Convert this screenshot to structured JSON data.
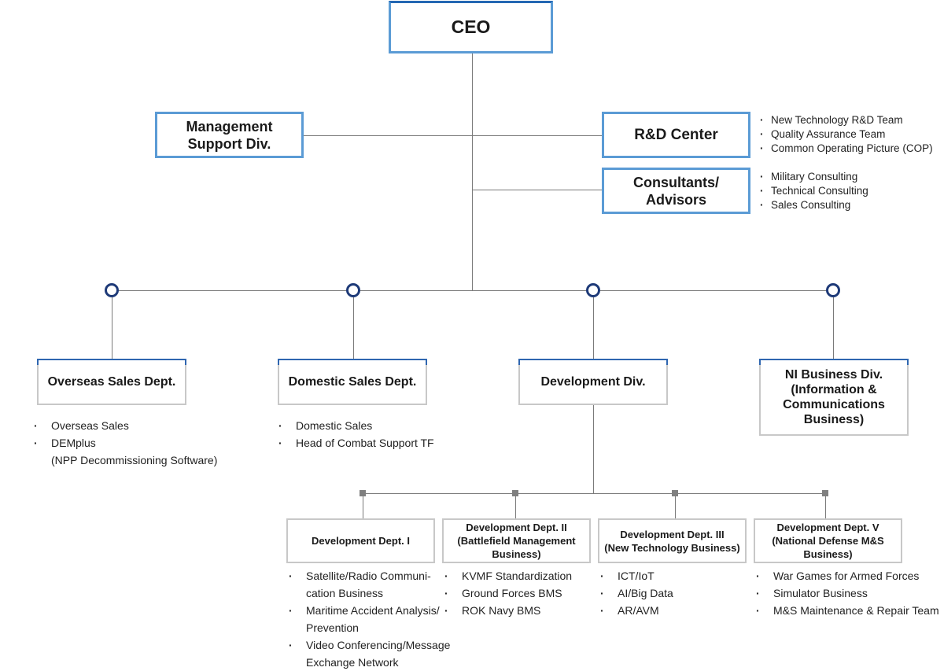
{
  "ceo": {
    "label": "CEO"
  },
  "management_support": {
    "line1": "Management",
    "line2": "Support Div."
  },
  "rnd_center": {
    "label": "R&D Center",
    "items": [
      "New Technology R&D Team",
      "Quality Assurance Team",
      "Common Operating Picture (COP)"
    ]
  },
  "consultants": {
    "line1": "Consultants/",
    "line2": "Advisors",
    "items": [
      "Military Consulting",
      "Technical Consulting",
      "Sales Consulting"
    ]
  },
  "overseas_sales": {
    "label": "Overseas Sales Dept.",
    "items": [
      "Overseas Sales",
      "DEMplus",
      "(NPP Decommissioning Software)"
    ]
  },
  "domestic_sales": {
    "label": "Domestic Sales Dept.",
    "items": [
      "Domestic Sales",
      "Head of Combat Support TF"
    ]
  },
  "development_div": {
    "label": "Development Div."
  },
  "ni_business": {
    "line1": "NI Business Div.",
    "line2": "(Information &",
    "line3": "Communications",
    "line4": "Business)"
  },
  "dev_dept_1": {
    "label": "Development Dept. I",
    "items": [
      [
        "Satellite/Radio Communi-",
        "cation Business"
      ],
      [
        "Maritime Accident Analysis/",
        "Prevention"
      ],
      [
        "Video Conferencing/Message",
        "Exchange Network"
      ]
    ]
  },
  "dev_dept_2": {
    "line1": "Development Dept. II",
    "line2": "(Battlefield Management",
    "line3": "Business)",
    "items": [
      "KVMF Standardization",
      "Ground Forces BMS",
      "ROK Navy BMS"
    ]
  },
  "dev_dept_3": {
    "line1": "Development Dept. III",
    "line2": "(New Technology Business)",
    "items": [
      "ICT/IoT",
      "AI/Big Data",
      "AR/AVM"
    ]
  },
  "dev_dept_5": {
    "line1": "Development Dept. V",
    "line2": "(National Defense M&S",
    "line3": "Business)",
    "items": [
      "War Games for Armed Forces",
      "Simulator Business",
      "M&S Maintenance & Repair Team"
    ]
  }
}
